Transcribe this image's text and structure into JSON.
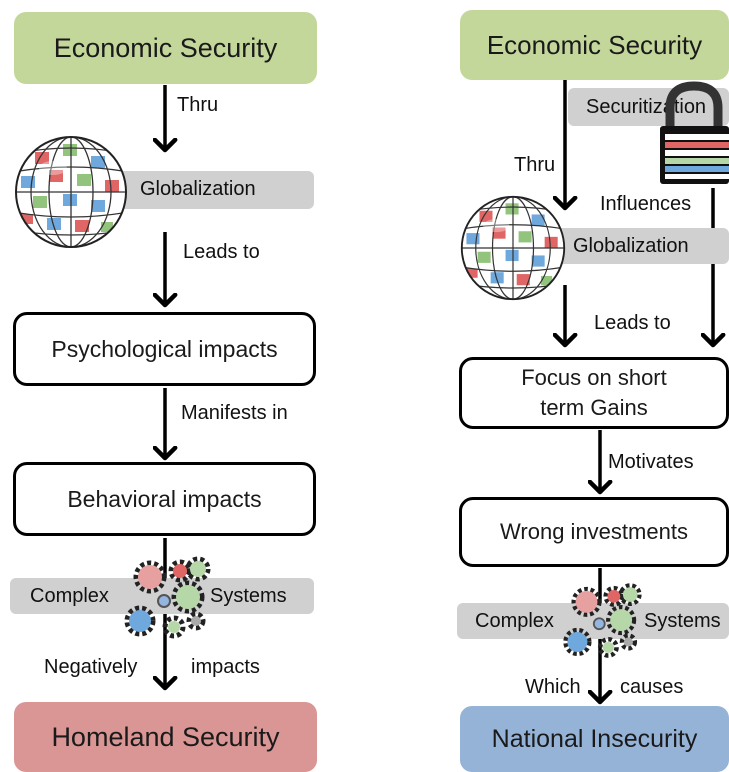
{
  "left": {
    "top": "Economic Security",
    "edge_thru": "Thru",
    "globalization": "Globalization",
    "edge_leads_to": "Leads to",
    "psych": "Psychological impacts",
    "edge_manifests": "Manifests in",
    "behav": "Behavioral impacts",
    "complex": "Complex",
    "systems": "Systems",
    "edge_negatively": "Negatively",
    "edge_impacts": "impacts",
    "bottom": "Homeland Security"
  },
  "right": {
    "top": "Economic Security",
    "securitization": "Securitization",
    "edge_thru": "Thru",
    "edge_influences": "Influences",
    "globalization": "Globalization",
    "edge_leads_to": "Leads to",
    "focus_line1": "Focus on short",
    "focus_line2": "term Gains",
    "edge_motivates": "Motivates",
    "wrong": "Wrong investments",
    "complex": "Complex",
    "systems": "Systems",
    "edge_which": "Which",
    "edge_causes": "causes",
    "bottom": "National Insecurity"
  },
  "colors": {
    "economic": "#c4d79b",
    "homeland": "#da9694",
    "national": "#95b3d7",
    "band": "#d0d0d0"
  },
  "icons": [
    "globe-icon",
    "gears-icon",
    "padlock-icon"
  ]
}
